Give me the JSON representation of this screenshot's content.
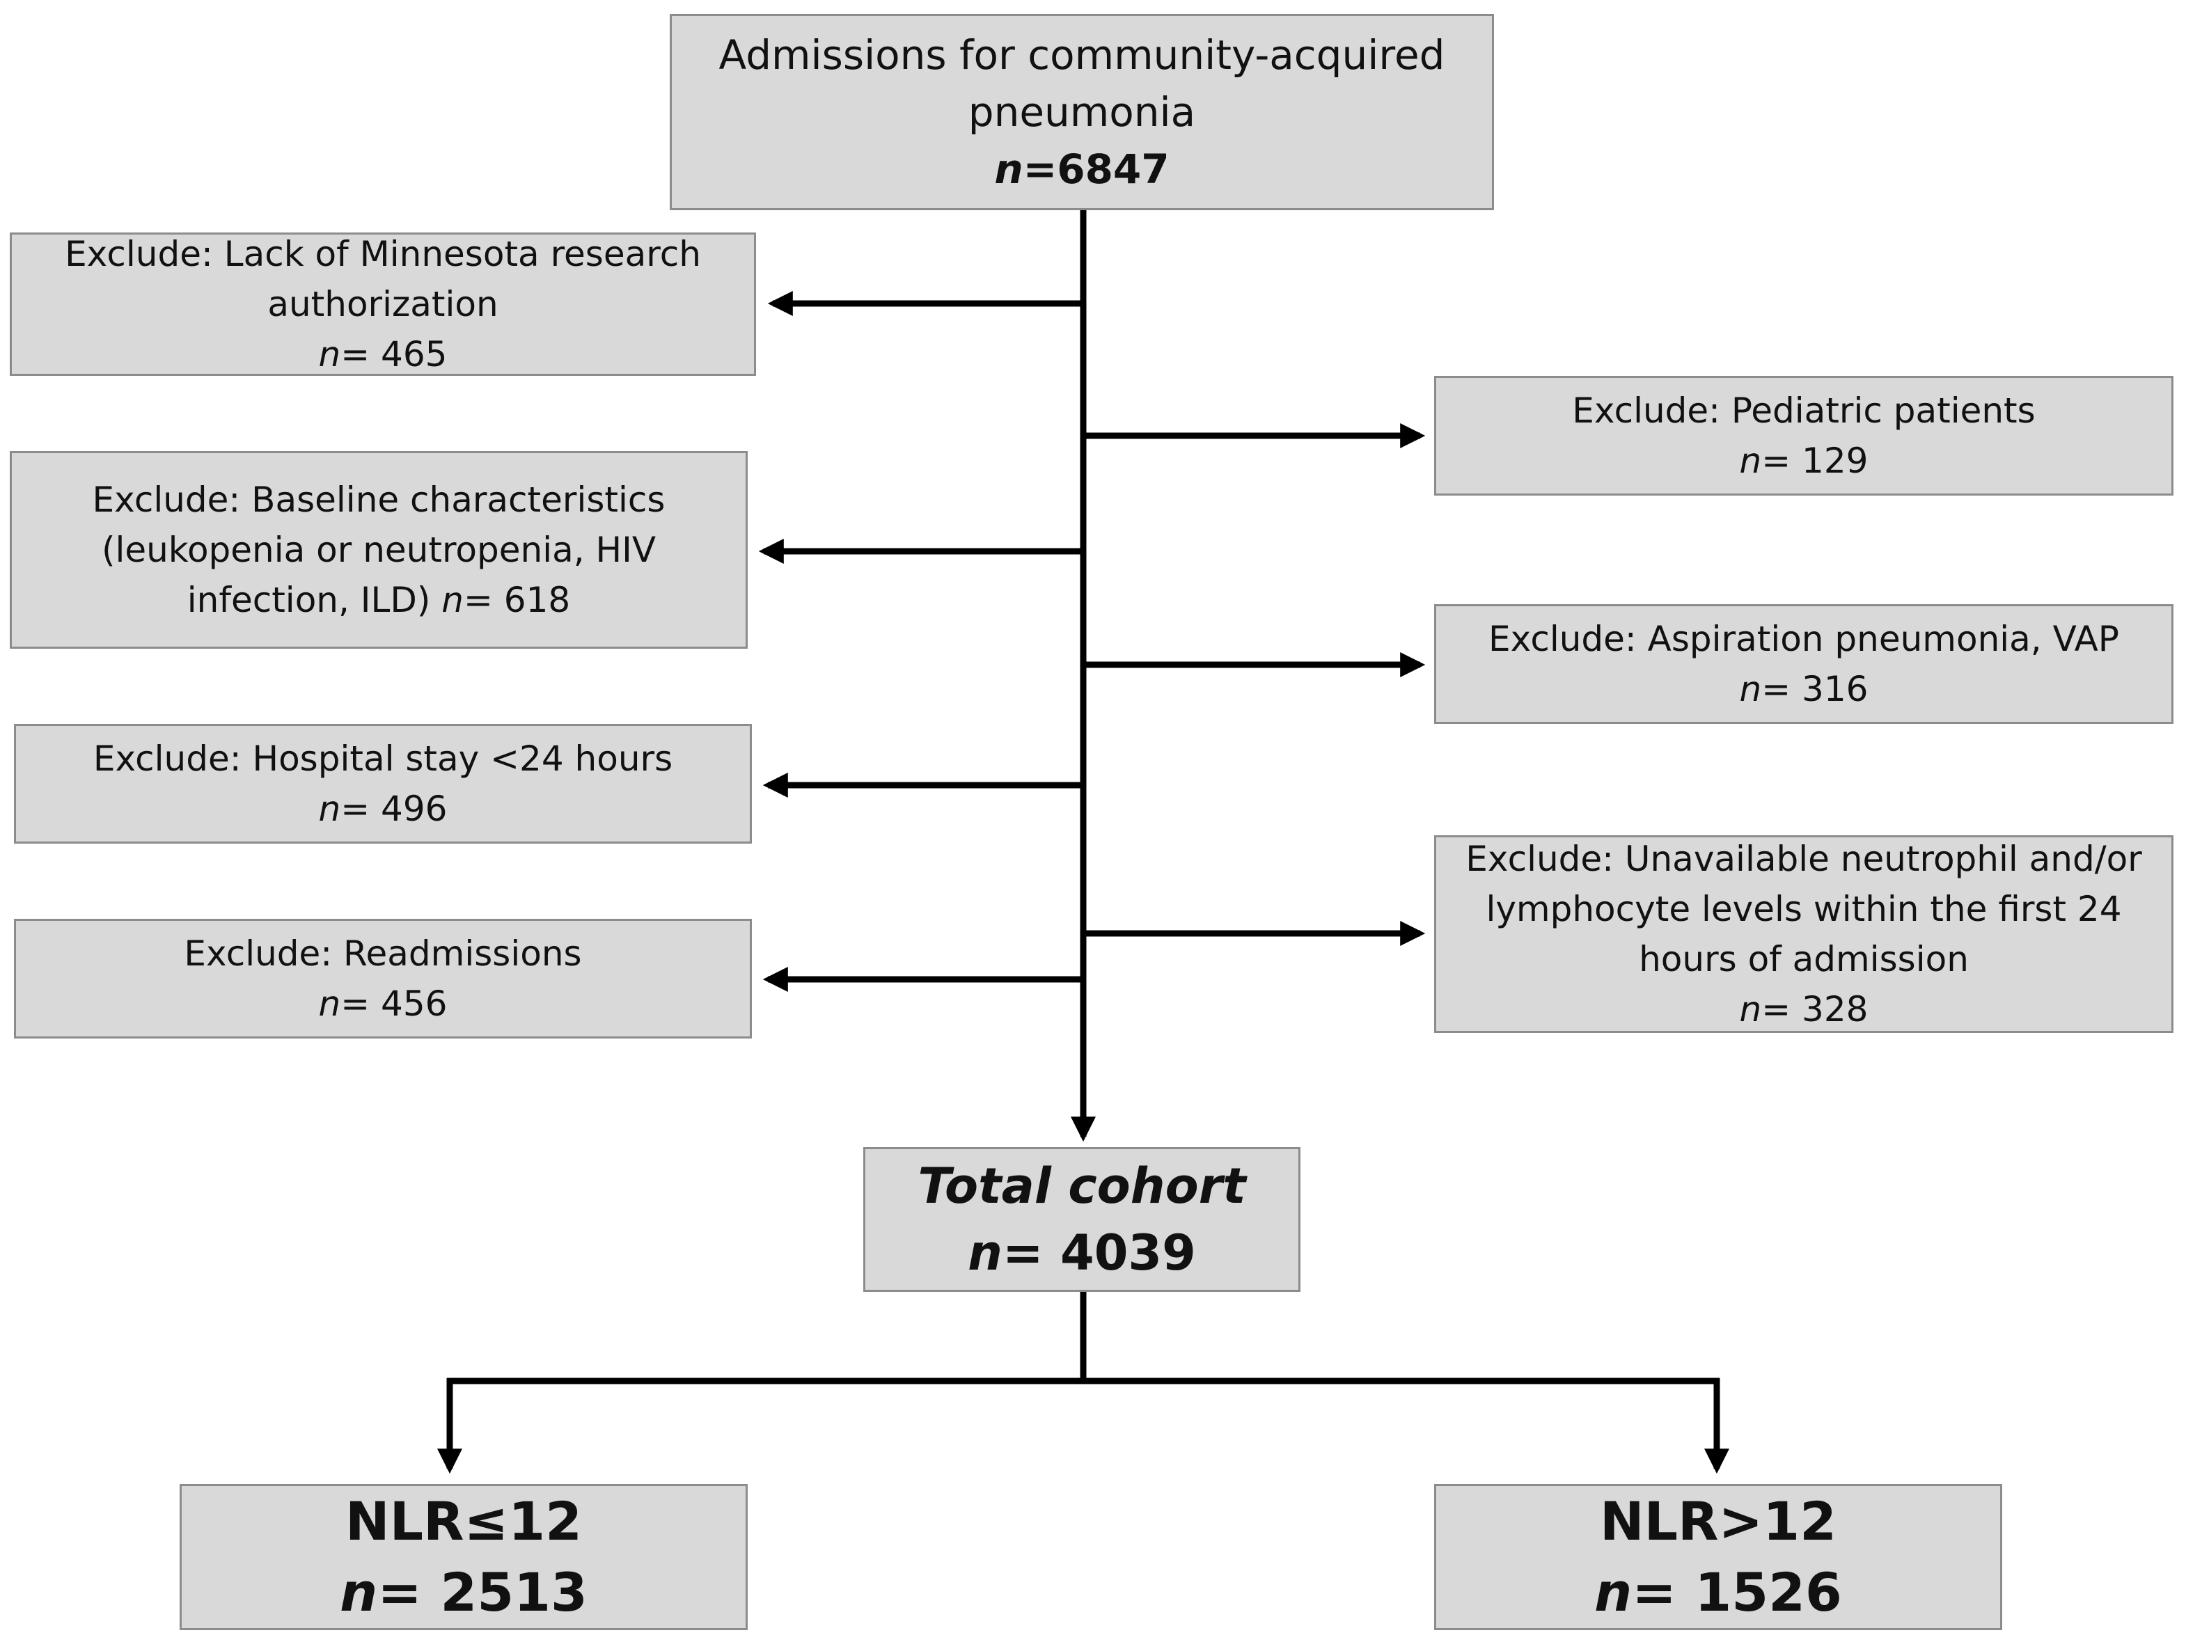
{
  "top": {
    "title": "Admissions for community-acquired pneumonia",
    "n_prefix": "n",
    "n_value": "=6847"
  },
  "exclusions_left": [
    {
      "label": "Exclude: Lack of Minnesota research authorization",
      "n_prefix": "n",
      "n_value": "= 465"
    },
    {
      "label": "Exclude: Baseline characteristics (leukopenia or neutropenia, HIV infection, ILD)",
      "n_prefix": "n",
      "n_value": "= 618"
    },
    {
      "label": "Exclude: Hospital stay <24 hours",
      "n_prefix": "n",
      "n_value": "= 496"
    },
    {
      "label": "Exclude: Readmissions",
      "n_prefix": "n",
      "n_value": "= 456"
    }
  ],
  "exclusions_right": [
    {
      "label": "Exclude: Pediatric patients",
      "n_prefix": "n",
      "n_value": "= 129"
    },
    {
      "label": "Exclude: Aspiration pneumonia, VAP",
      "n_prefix": "n",
      "n_value": "= 316"
    },
    {
      "label": "Exclude: Unavailable neutrophil and/or lymphocyte levels within the first 24 hours of admission",
      "n_prefix": "n",
      "n_value": "= 328"
    }
  ],
  "total": {
    "title": "Total cohort",
    "n_prefix": "n",
    "n_value": "= 4039"
  },
  "groups": [
    {
      "title": "NLR≤12",
      "n_prefix": "n",
      "n_value": "= 2513"
    },
    {
      "title": "NLR>12",
      "n_prefix": "n",
      "n_value": "= 1526"
    }
  ],
  "colors": {
    "box_fill": "#d9d9d9",
    "box_border": "#8c8c8c",
    "line": "#000000"
  }
}
